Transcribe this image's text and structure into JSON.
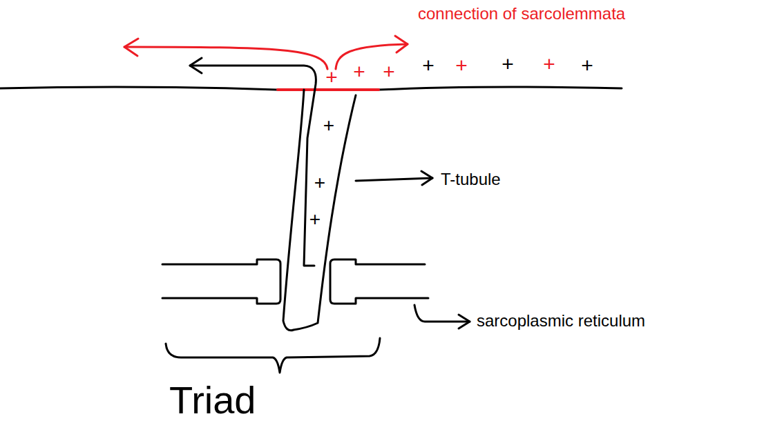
{
  "diagram": {
    "labels": [
      "connection of sarcolemmata",
      "+",
      "+",
      "+",
      "+",
      "+",
      "+",
      "+",
      "+",
      "+",
      "+",
      "+",
      "T-tubule",
      "sarcoplasmic reticulum",
      "Triad"
    ]
  }
}
